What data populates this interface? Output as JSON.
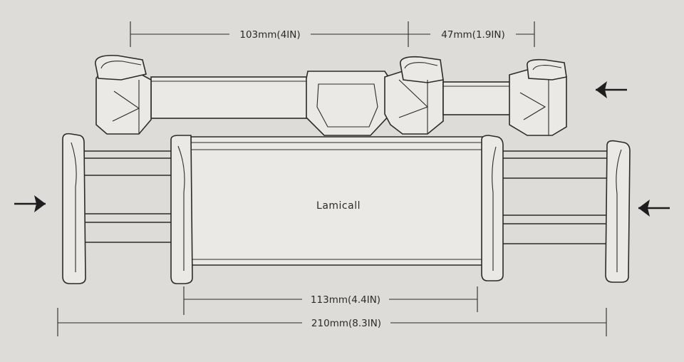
{
  "brand_label": "Lamicall",
  "dimensions": {
    "top_left": "103mm(4IN)",
    "top_right": "47mm(1.9IN)",
    "bottom_inner": "113mm(4.4IN)",
    "bottom_total": "210mm(8.3IN)"
  },
  "colors": {
    "background": "#dedcd9",
    "line": "#2b2b2b"
  }
}
